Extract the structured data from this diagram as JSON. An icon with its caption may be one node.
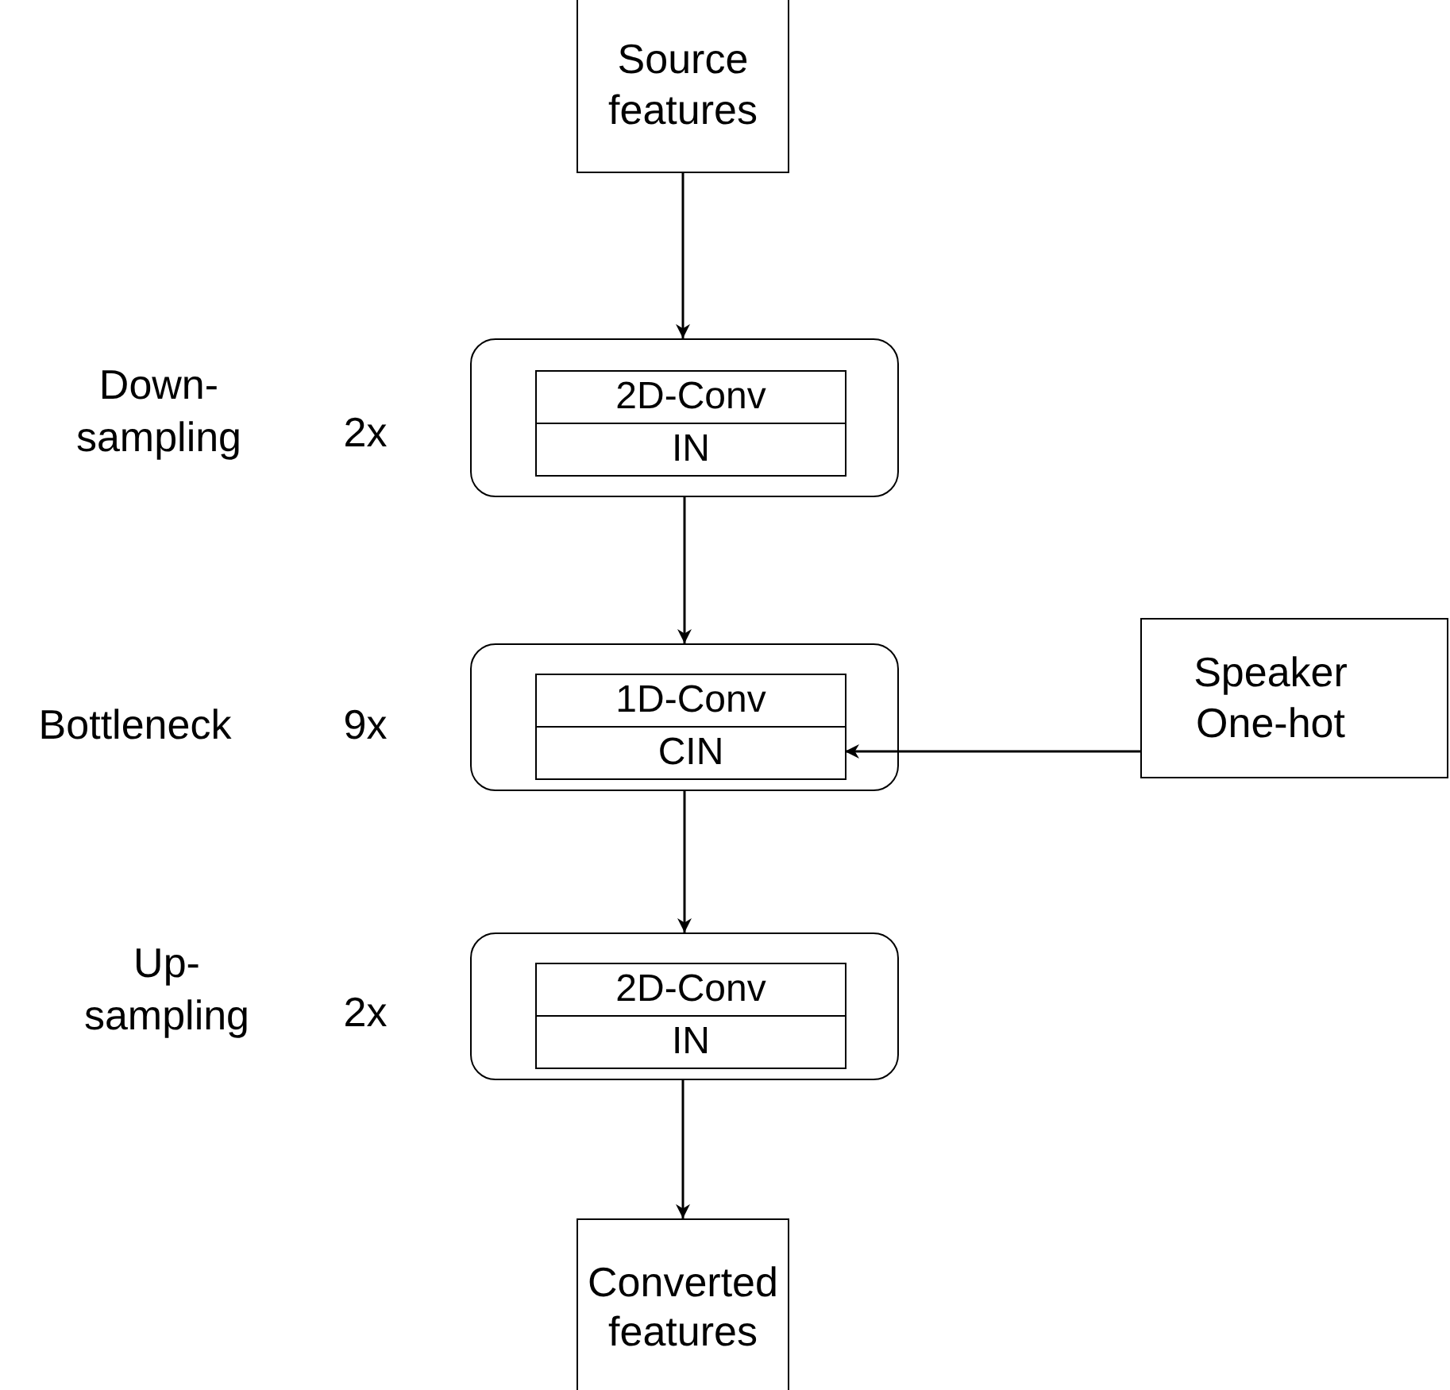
{
  "diagram": {
    "nodes": [
      {
        "text": [
          "Source features"
        ]
      },
      {
        "text": [],
        "shape": "box",
        "beside": [
          "Down- sampling",
          "2x"
        ]
      },
      {
        "text": [
          "2D-Conv"
        ],
        "in": 1
      },
      {
        "text": [
          "IN"
        ],
        "in": 1
      },
      {
        "text": [],
        "shape": "box",
        "beside": [
          "Bottleneck",
          "9x"
        ]
      },
      {
        "text": [
          "1D-Conv"
        ],
        "in": 4
      },
      {
        "text": [
          "CIN"
        ],
        "in": 4
      },
      {
        "text": [
          "Speaker One-hot"
        ]
      },
      {
        "text": [],
        "shape": "box",
        "beside": [
          "Up- sampling",
          "2x"
        ]
      },
      {
        "text": [
          "2D-Conv"
        ],
        "in": 8
      },
      {
        "text": [
          "IN"
        ],
        "in": 8
      },
      {
        "text": [
          "Converted features"
        ]
      }
    ],
    "edges": [
      {
        "from": 0,
        "to": 1,
        "arrow": "to"
      },
      {
        "from": 1,
        "to": 4,
        "arrow": "to"
      },
      {
        "from": 4,
        "to": 8,
        "arrow": "to"
      },
      {
        "from": 8,
        "to": 11,
        "arrow": "to"
      },
      {
        "from": 7,
        "to": 6,
        "arrow": "to"
      }
    ]
  }
}
